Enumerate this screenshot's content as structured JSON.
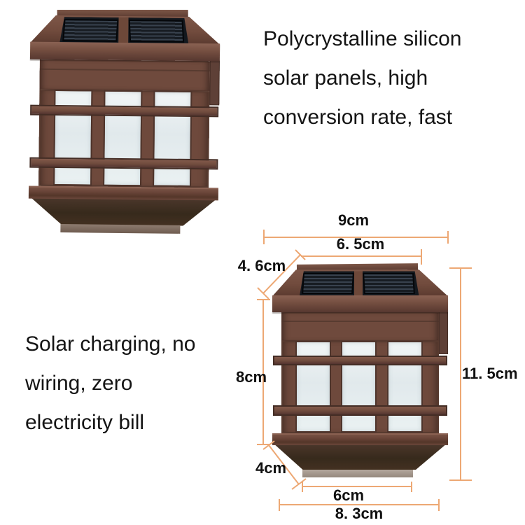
{
  "features": {
    "top": {
      "lines": [
        "Polycrystalline silicon",
        "solar panels, high",
        "conversion rate, fast"
      ]
    },
    "bottom": {
      "lines": [
        "Solar charging, no",
        "wiring, zero",
        "electricity bill"
      ]
    }
  },
  "dimensions": {
    "top_width": "9cm",
    "solar_panel_width": "6. 5cm",
    "roof_slant_depth": "4. 6cm",
    "body_height": "8cm",
    "total_height": "11. 5cm",
    "skirt_slant_height": "4cm",
    "base_width": "6cm",
    "overall_bottom_width": "8. 3cm"
  },
  "colors": {
    "background": "#ffffff",
    "dimension_line": "#eda874",
    "lamp_brown": "#6f4a3d",
    "lamp_dark_edge": "#442d25",
    "solar_cell_dark": "#171c22",
    "window_pane": "#e9eff1",
    "text": "#141414"
  }
}
